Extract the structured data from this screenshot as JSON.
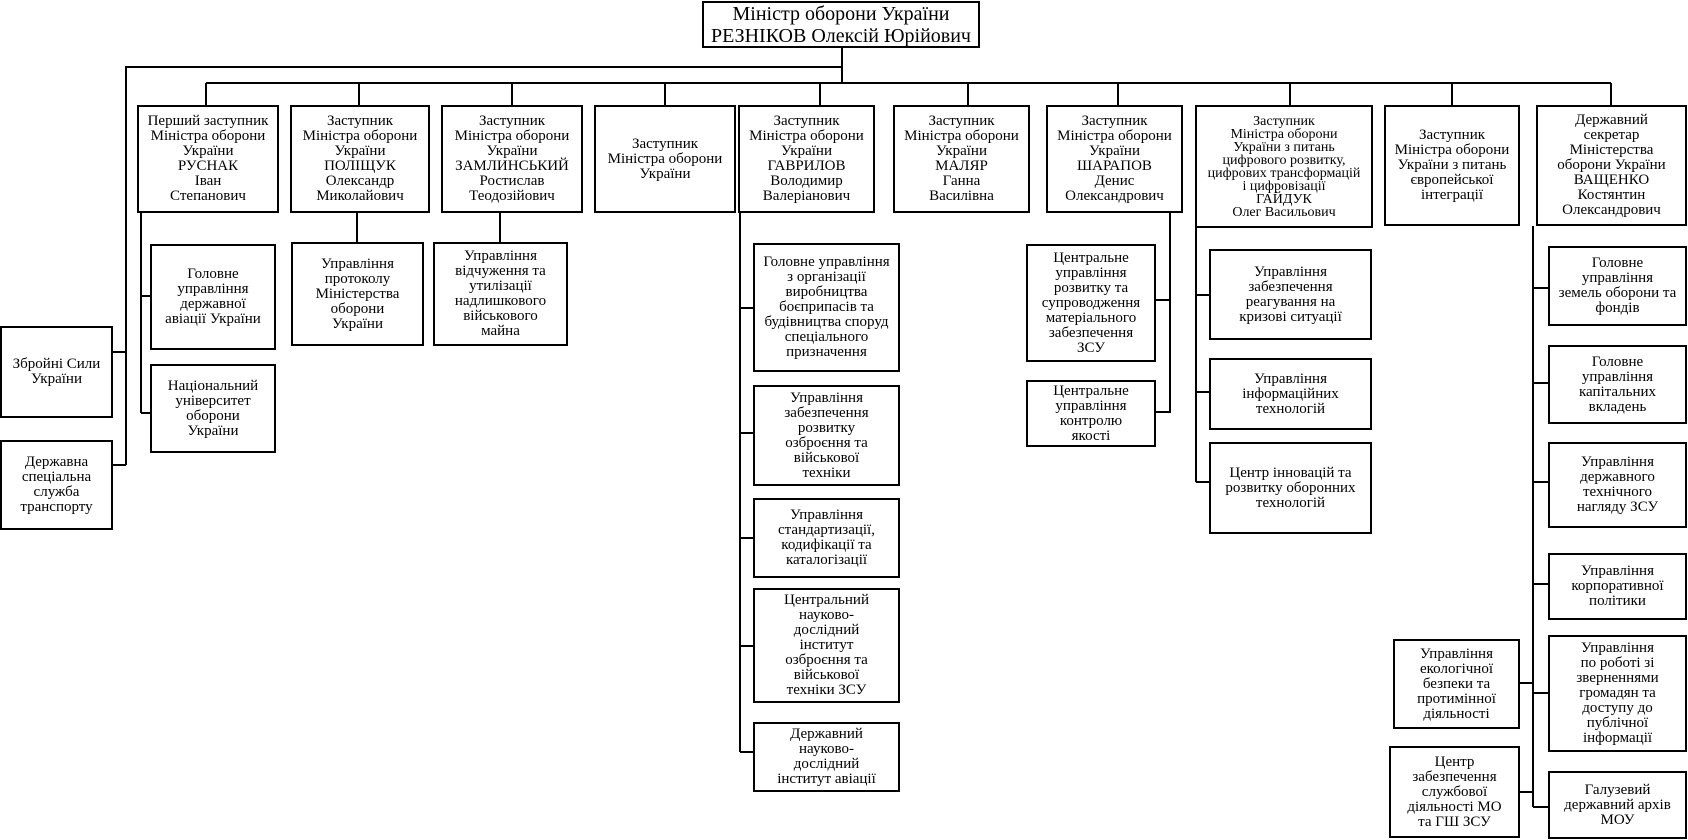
{
  "org_chart": {
    "minister": "Міністр оборони України\nРЕЗНІКОВ Олексій Юрійович",
    "deputies": [
      "Перший заступник\nМіністра оборони\nУкраїни\nРУСНАК\nІван\nСтепанович",
      "Заступник\nМіністра оборони\nУкраїни\nПОЛІЩУК\nОлександр\nМиколайович",
      "Заступник\nМіністра оборони\nУкраїни\nЗАМЛИНСЬКИЙ\nРостислав\nТеодозійович",
      "Заступник\nМіністра оборони\nУкраїни",
      "Заступник\nМіністра оборони\nУкраїни\nГАВРИЛОВ\nВолодимир\nВалеріанович",
      "Заступник\nМіністра оборони\nУкраїни\nМАЛЯР\nГанна\nВасилівна",
      "Заступник\nМіністра оборони\nУкраїни\nШАРАПОВ\nДенис\nОлександрович",
      "Заступник\nМіністра оборони\nУкраїни з питань\nцифрового розвитку,\nцифрових трансформацій\nі цифровізації\nГАЙДУК\nОлег Васильович",
      "Заступник\nМіністра оборони\nУкраїни з питань\nєвропейської\nінтеграції",
      "Державний\nсекретар\nМіністерства\nоборони України\nВАЩЕНКО\nКостянтин\nОлександрович"
    ],
    "direct_units": [
      "Збройні Сили\nУкраїни",
      "Державна\nспеціальна\nслужба\nтранспорту"
    ],
    "rusnak_units": [
      "Головне\nуправління\nдержавної\nавіації України",
      "Національний\nуніверситет\nоборони\nУкраїни"
    ],
    "polishchuk_units": [
      "Управління\nпротоколу\nМіністерства\nоборони\nУкраїни"
    ],
    "zamlynskyi_units": [
      "Управління\nвідчуження та\nутилізації\nнадлишкового\nвійськового\nмайна"
    ],
    "havrylov_units": [
      "Головне управління\nз організації\nвиробництва\nбоєприпасів та\nбудівництва споруд\nспеціального\nпризначення",
      "Управління\nзабезпечення\nрозвитку\nозброєння та\nвійськової\nтехніки",
      "Управління\nстандартизації,\nкодифікації та\nкаталогізації",
      "Центральний\nнауково-\nдослідний\nінститут\nозброєння та\nвійськової\nтехніки ЗСУ",
      "Державний\nнауково-\nдослідний\nінститут авіації"
    ],
    "sharapov_units": [
      "Центральне\nуправління\nрозвитку та\nсупроводження\nматеріального\nзабезпечення\nЗСУ",
      "Центральне\nуправління\nконтролю\nякості"
    ],
    "haiduk_units": [
      "Управління\nзабезпечення\nреагування на\nкризові ситуації",
      "Управління\nінформаційних\nтехнологій",
      "Центр інновацій та\nрозвитку оборонних\nтехнологій"
    ],
    "vashchenko_units_right": [
      "Головне\nуправління\nземель оборони та\nфондів",
      "Головне\nуправління\nкапітальних\nвкладень",
      "Управління\nдержавного\nтехнічного\nнагляду ЗСУ",
      "Управління\nкорпоративної\nполітики",
      "Управління\nпо роботі зі\nзверненнями\nгромадян та\nдоступу до\nпублічної\nінформації",
      "Галузевий\nдержавний архів\nМОУ"
    ],
    "vashchenko_units_left": [
      "Управління\nекологічної\nбезпеки та\nпротимінної\nдіяльності",
      "Центр\nзабезпечення\nслужбової\nдіяльності МО\nта ГШ ЗСУ"
    ]
  }
}
